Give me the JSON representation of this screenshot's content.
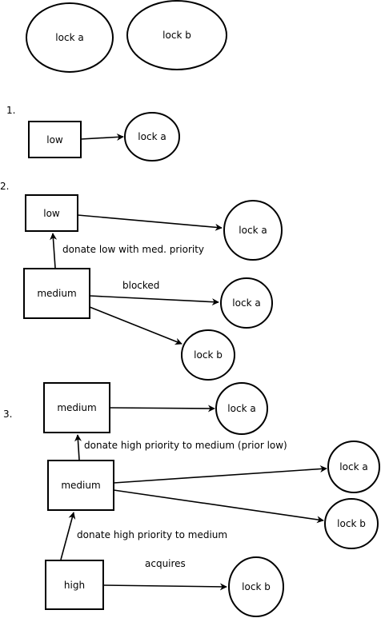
{
  "nodes": {
    "top_lock_a": "lock a",
    "top_lock_b": "lock b",
    "s1_low": "low",
    "s1_lock_a": "lock a",
    "s2_low": "low",
    "s2_lock_a_top": "lock a",
    "s2_medium": "medium",
    "s2_lock_a": "lock a",
    "s2_lock_b": "lock b",
    "s3_medium_top": "medium",
    "s3_lock_a_top": "lock a",
    "s3_medium": "medium",
    "s3_lock_a": "lock a",
    "s3_lock_b": "lock b",
    "s3_high": "high",
    "s3_lock_b_bottom": "lock b"
  },
  "labels": {
    "step1": "1.",
    "step2": "2.",
    "step3": "3.",
    "donate_low": "donate low with med. priority",
    "blocked": "blocked",
    "donate_high_prior_low": "donate high priority to medium (prior low)",
    "donate_high": "donate high priority to medium",
    "acquires": "acquires"
  }
}
